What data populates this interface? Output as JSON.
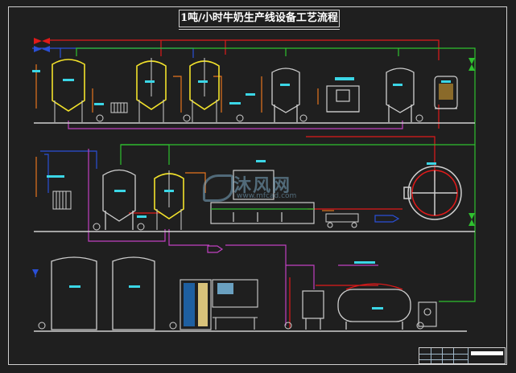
{
  "diagram": {
    "title": "1吨/小时牛奶生产线设备工艺流程",
    "watermark_text": "沐风网",
    "watermark_url": "www.mfcad.com"
  },
  "colors": {
    "background": "#1f1f1f",
    "frame": "#cfcfcf",
    "equipment_outline": "#cfcfcf",
    "heated_tank": "#f2e22b",
    "steam_line": "#e01a1a",
    "water_line": "#2a4fd6",
    "return_line": "#c040c0",
    "product_line": "#2fc12f",
    "hot_water_line": "#e6751f",
    "label_box": "#3bd6e6"
  },
  "icons": {
    "tank": "vessel-icon",
    "valve": "valve-icon",
    "pump": "pump-icon",
    "arrow": "flow-arrow-icon"
  }
}
